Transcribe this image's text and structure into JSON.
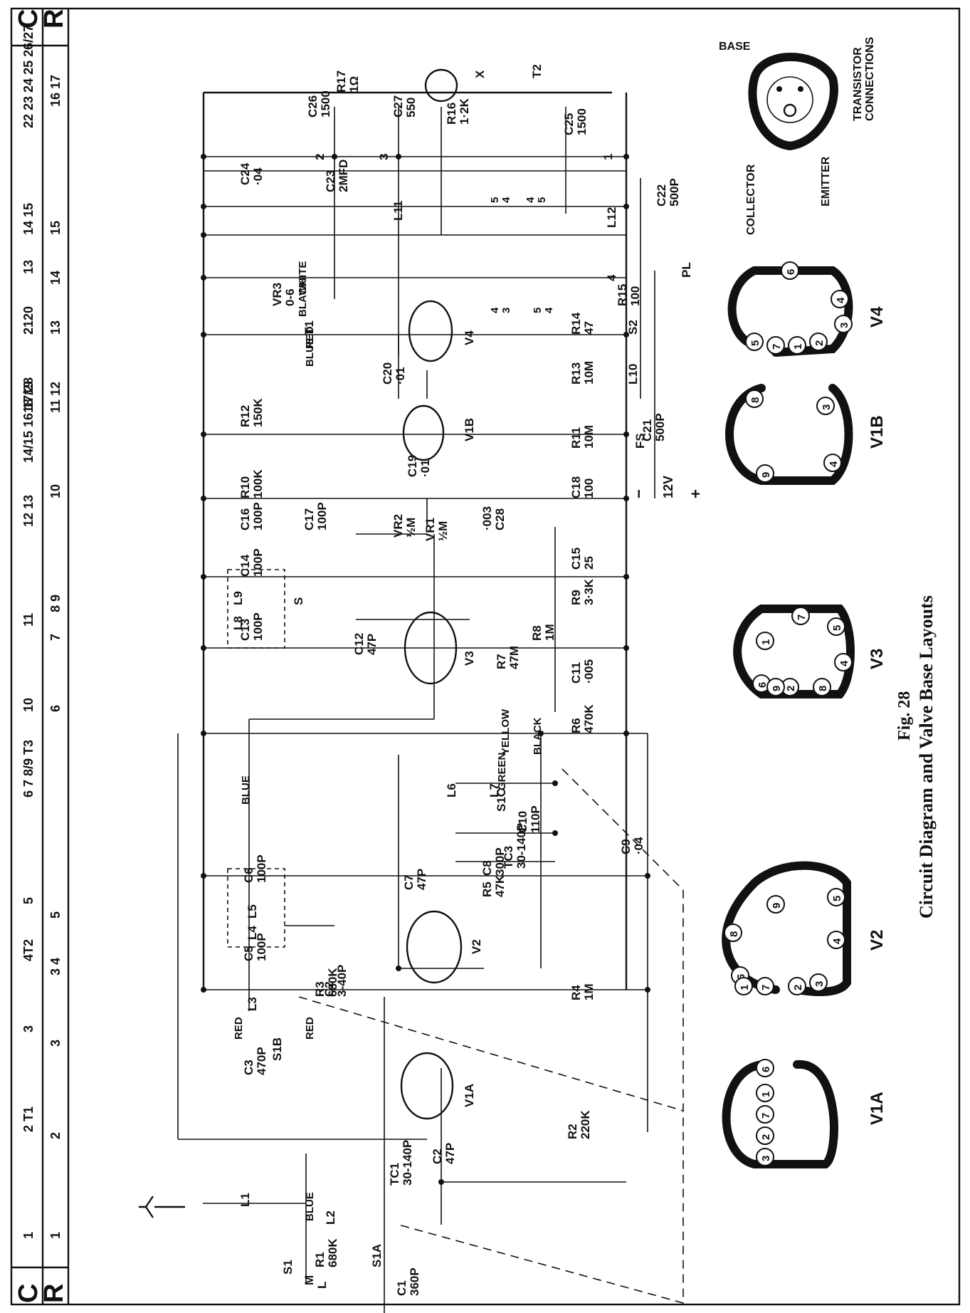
{
  "index_strip": {
    "header_letters": {
      "top_left": "C",
      "top_right": "C",
      "bottom_left": "R",
      "bottom_right": "R"
    },
    "c_row": [
      "1",
      "2 T1",
      "3",
      "4T2",
      "5",
      "6 7 8/9 T3",
      "10",
      "11",
      "12 13",
      "14/15 16 17/28",
      "18 19",
      "2120",
      "13",
      "14 15",
      "22 23 24 25 26/27"
    ],
    "r_row": [
      "1",
      "2",
      "3",
      "3 4",
      "5",
      "6",
      "7",
      "8 9",
      "10",
      "11 12",
      "13",
      "14",
      "15",
      "16 17"
    ]
  },
  "components": {
    "antenna": {
      "L1": "L1"
    },
    "switches": {
      "S1": "S1",
      "M": "M",
      "L": "L",
      "S1A": "S1A",
      "S1B": "S1B",
      "S1C": "S1C",
      "S2": "S2",
      "FS": "FS"
    },
    "resistors": {
      "R1": "R1\n680K",
      "R2": "R2\n220K",
      "R3": "R3\n680K",
      "R4": "R4\n1M",
      "R5": "R5\n47K",
      "R6": "R6\n470K",
      "R7": "R7\n47M",
      "R8": "R8\n1M",
      "R9": "R9\n3·3K",
      "R10": "R10\n100K",
      "R11": "R11\n10M",
      "R12": "R12\n150K",
      "R13": "R13\n10M",
      "R14": "R14\n47",
      "R15": "R15\n100",
      "R16": "R16\n1·2K",
      "R17": "R17\n1Ω",
      "VR1": "VR1\n½M",
      "VR2": "VR2\n½M",
      "VR3": "VR3\n0-6"
    },
    "capacitors": {
      "C1": "C1\n360P",
      "C2a": "C2\n47P",
      "C2b": "C2\n3-40P",
      "C3": "C3\n470P",
      "C5": "C5\n100P",
      "C6": "C6\n100P",
      "C7": "C7\n47P",
      "C8": "C8\n300P",
      "C9": "C9\n·04",
      "C10": "C10\n110P",
      "C11": "C11\n·005",
      "C12": "C12\n47P",
      "C13": "C13\n100P",
      "C14": "C14\n100P",
      "C15": "C15\n25",
      "C16": "C16\n100P",
      "C17": "C17\n100P",
      "C18": "C18\n100",
      "C19": "C19\n·01",
      "C20": "C20\n·01",
      "C21": "C21\n500P",
      "C22": "C22\n500P",
      "C23": "C23\n2MFD",
      "C24": "C24\n·04",
      "C25": "C25\n1500",
      "C26": "C26\n1500",
      "C27": "C27\n550",
      "C28": "·003\nC28",
      "TC1": "TC1\n30-140P",
      "TC3": "TC3\n30-140P"
    },
    "coils": {
      "L2": "L2",
      "L3": "L3",
      "L4": "L4",
      "L5": "L5",
      "L6": "L6",
      "L7": "L7",
      "L8": "L8",
      "L9": "L9",
      "L10": "L10",
      "L11": "L11",
      "L12": "L12",
      "T1": "T1",
      "T2": "T2"
    },
    "valves": {
      "V1A": "V1A",
      "V1B": "V1B",
      "V2": "V2",
      "V3": "V3",
      "V4": "V4",
      "X": "X"
    },
    "wire_colours": [
      "BLUE",
      "RED",
      "BLUE",
      "RED",
      "YELLOW",
      "GREEN",
      "BLACK",
      "WHITE",
      "BLACK",
      "RED",
      "BLUE"
    ],
    "supply": {
      "minus": "−",
      "plus": "+",
      "voltage": "12V",
      "pilot": "PL",
      "S": "S"
    },
    "heater_pins": {
      "V2": [
        "5",
        "4"
      ],
      "V1": [
        "4",
        "5"
      ],
      "V4": [
        "4",
        "3"
      ],
      "V3": [
        "5",
        "4"
      ]
    },
    "junctions": [
      "1",
      "2",
      "3",
      "4"
    ]
  },
  "base_layouts": {
    "V1A": {
      "label": "V1A",
      "pins": [
        "6",
        "1",
        "7",
        "2",
        "3"
      ]
    },
    "V2": {
      "label": "V2",
      "pins": [
        "6",
        "8",
        "9",
        "5",
        "4",
        "3",
        "2",
        "7",
        "1"
      ]
    },
    "V3": {
      "label": "V3",
      "pins": [
        "6",
        "1",
        "7",
        "5",
        "4",
        "8",
        "2",
        "9"
      ]
    },
    "V1B": {
      "label": "V1B",
      "pins": [
        "8",
        "3",
        "4",
        "9"
      ]
    },
    "V4": {
      "label": "V4",
      "pins": [
        "5",
        "6",
        "4",
        "3",
        "2",
        "1",
        "7"
      ]
    }
  },
  "transistor": {
    "title": "TRANSISTOR\nCONNECTIONS",
    "base": "BASE",
    "collector": "COLLECTOR",
    "emitter": "EMITTER"
  },
  "caption": {
    "fig": "Fig. 28",
    "title": "Circuit Diagram and Valve Base Layouts"
  }
}
